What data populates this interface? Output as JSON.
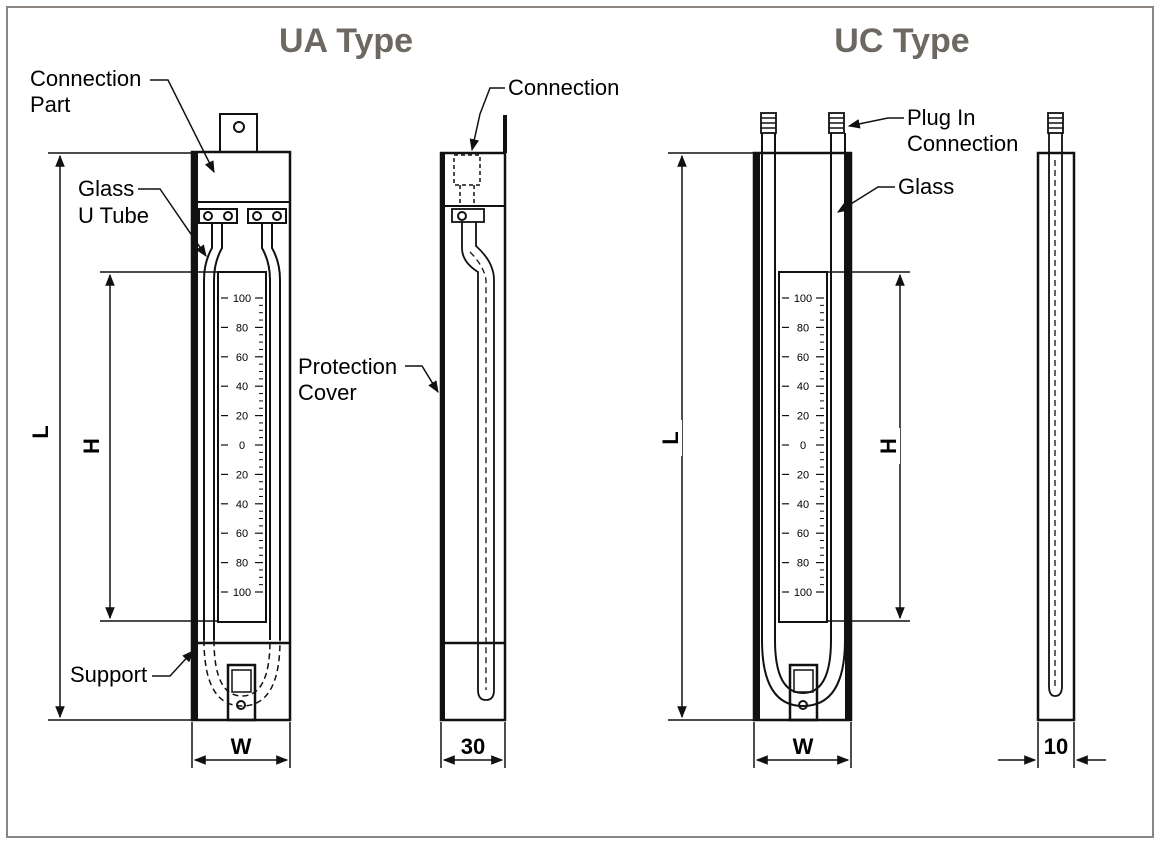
{
  "colors": {
    "frame": "#8a8580",
    "title": "#6e6863",
    "ink": "#111111"
  },
  "titles": {
    "ua": "UA Type",
    "uc": "UC Type"
  },
  "callouts": {
    "connection_part_1": "Connection",
    "connection_part_2": "Part",
    "glass_u_tube_1": "Glass",
    "glass_u_tube_2": "U Tube",
    "support": "Support",
    "connection": "Connection",
    "protection_cover_1": "Protection",
    "protection_cover_2": "Cover",
    "plug_in_connection_1": "Plug In",
    "plug_in_connection_2": "Connection",
    "glass": "Glass"
  },
  "dimensions": {
    "ua_length": "L",
    "ua_height": "H",
    "ua_width": "W",
    "ua_side_depth": "30",
    "uc_length": "L",
    "uc_height": "H",
    "uc_width": "W",
    "uc_side_depth": "10"
  },
  "scale_labels": [
    "100",
    "80",
    "60",
    "40",
    "20",
    "0",
    "20",
    "40",
    "60",
    "80",
    "100"
  ]
}
